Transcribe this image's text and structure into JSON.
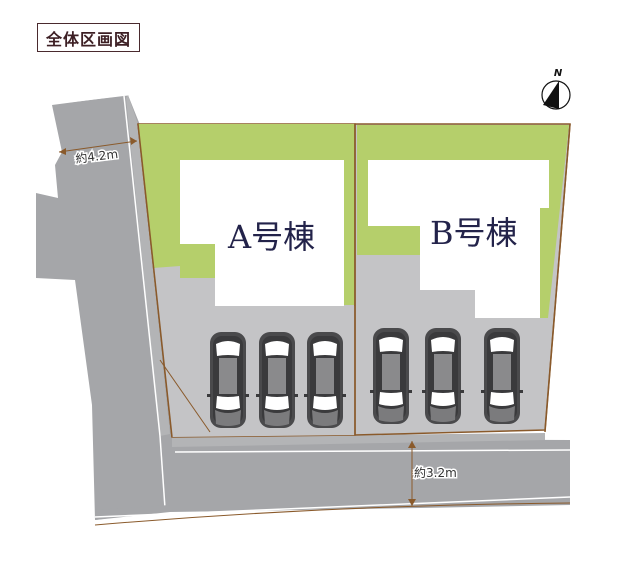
{
  "title": "全体区画図",
  "compass": {
    "label": "N",
    "icon": "north-arrow-icon"
  },
  "buildings": [
    {
      "id": "A",
      "label": "A号棟"
    },
    {
      "id": "B",
      "label": "B号棟"
    }
  ],
  "roads": [
    {
      "id": "west-road",
      "width_label": "約4.2m"
    },
    {
      "id": "south-road",
      "width_label": "約3.2m"
    }
  ],
  "parking": {
    "lot_A_spaces": 3,
    "lot_B_spaces": 3
  },
  "colors": {
    "lawn": "#b5cf6b",
    "paving": "#c4c4c6",
    "road": "#a5a6a9",
    "boundary": "#8a5a2b",
    "building": "#ffffff",
    "label_text": "#23234a",
    "title_border": "#4a2a2e"
  }
}
